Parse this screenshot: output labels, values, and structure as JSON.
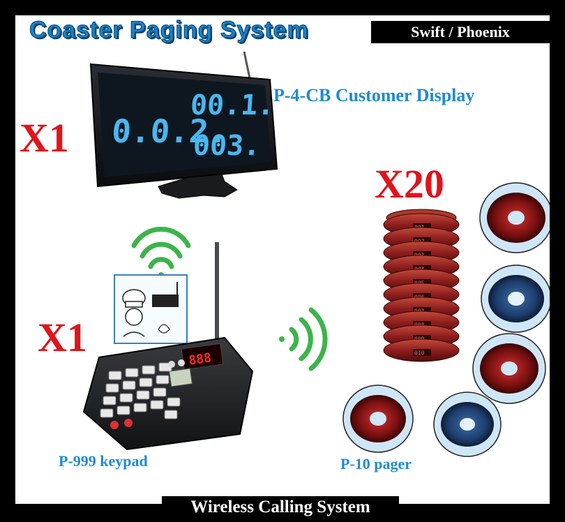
{
  "header": {
    "title": "Coaster Paging System",
    "brand": "Swift / Phoenix"
  },
  "display": {
    "label": "P-4-CB Customer Display",
    "quantity": "X1",
    "digits_left": "0.0.2.",
    "digits_top_right": "00.1.",
    "digits_bottom_right": "003."
  },
  "keypad": {
    "label": "P-999 keypad",
    "quantity": "X1",
    "screen_digits": "888"
  },
  "pagers": {
    "label": "P-10 pager",
    "quantity": "X20",
    "stack_numbers": [
      "001",
      "002",
      "003",
      "004",
      "005",
      "006",
      "007",
      "008",
      "009",
      "010"
    ]
  },
  "footer": {
    "title": "Wireless Calling System"
  },
  "colors": {
    "accent_blue": "#1f8bd2",
    "accent_red": "#e0141c",
    "signal_green": "#3cb44a",
    "pager_red": "#8e1e1e",
    "pager_blue": "#1e3e6e"
  }
}
